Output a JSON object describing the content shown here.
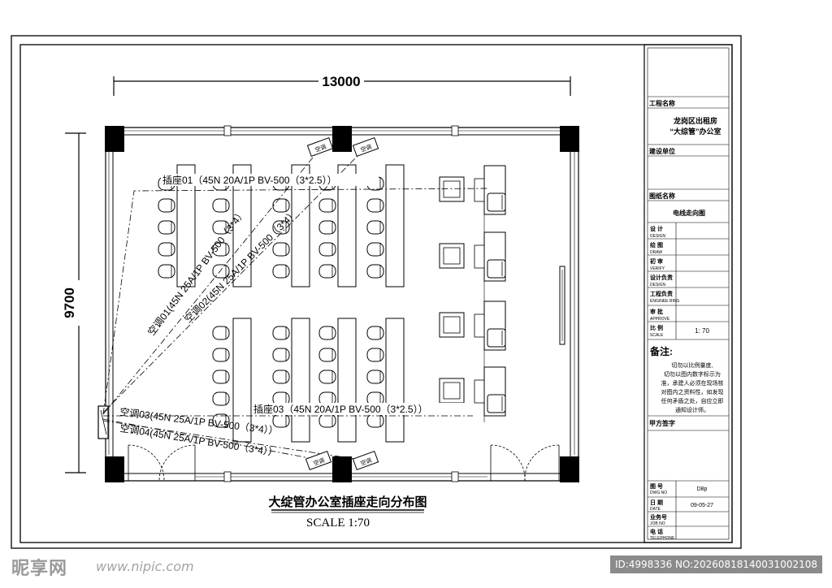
{
  "drawing": {
    "dim_width": "13000",
    "dim_height": "9700",
    "title": "大绽管办公室插座走向分布图",
    "scale": "SCALE 1:70",
    "ac_unit_label": "空调",
    "circuits": {
      "socket01": "插座01（45N 20A/1P BV-500（3*2.5））",
      "ac01": "空调01(45N 25A/1P BV-500（3*4）",
      "ac02": "空调02(45N 25A/1P BV-500（3*4）",
      "socket03": "插座03（45N 20A/1P BV-500（3*2.5））",
      "ac03": "空调03(45N 25A/1P BV-500（3*4））",
      "ac04": "空调04(45N 25A/1P BV-500（3*4））"
    }
  },
  "title_block": {
    "project_name_label": "工程名称",
    "project_name_line1": "龙岗区出租房",
    "project_name_line2": "“大综管”办公室",
    "builder_label": "建设单位",
    "drawing_name_label": "图纸名称",
    "drawing_name": "电线走向图",
    "rows": [
      {
        "cn": "设    计",
        "en": "DESIGN",
        "value": ""
      },
      {
        "cn": "绘    图",
        "en": "DRAW",
        "value": ""
      },
      {
        "cn": "初    审",
        "en": "VERIFY",
        "value": ""
      },
      {
        "cn": "设计负责",
        "en": "DESIGN",
        "value": ""
      },
      {
        "cn": "工程负责",
        "en": "ENGINEE  RING",
        "value": ""
      },
      {
        "cn": "审    批",
        "en": "APPROVE",
        "value": ""
      },
      {
        "cn": "比    例",
        "en": "SCALE",
        "value": "1: 70"
      }
    ],
    "notes_label": "备注:",
    "notes_lines": [
      "切勿以比例量度,",
      "切勿以图内数字标示为",
      "准，承建人必须在现场核",
      "对图内之资料性，如发现",
      "任何矛盾之处，自应立即",
      "通知设计师。"
    ],
    "client_sign_label": "甲方签字",
    "bottom_rows": [
      {
        "cn": "图    号",
        "en": "DWG  NO",
        "value": "D8p"
      },
      {
        "cn": "日    期",
        "en": "DATE",
        "value": "09-05-27"
      },
      {
        "cn": "业务号",
        "en": "JOB  NO",
        "value": ""
      },
      {
        "cn": "电    话",
        "en": "TELEPHONE",
        "value": ""
      }
    ]
  },
  "watermark": {
    "logo": "昵享网",
    "url": "www.nipic.com",
    "id_text": "ID:4998336 NO:20260818140031002108"
  }
}
